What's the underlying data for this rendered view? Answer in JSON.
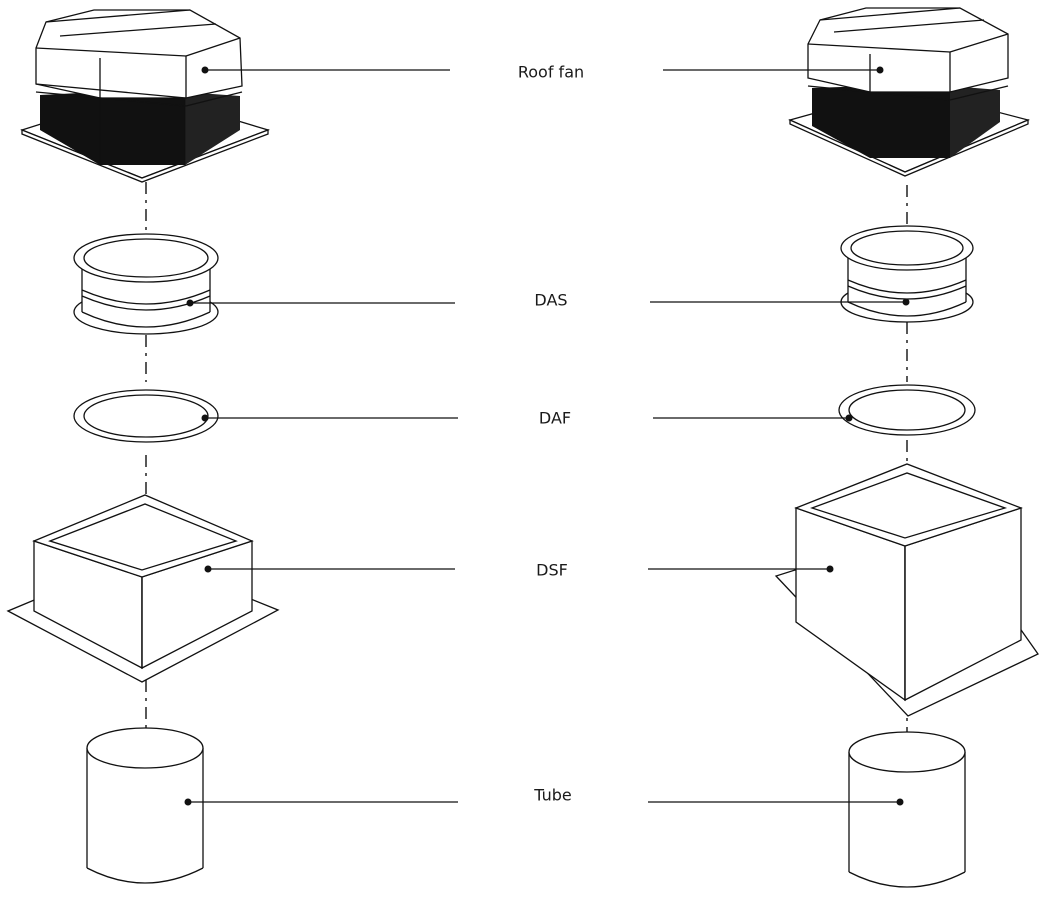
{
  "labels": {
    "roof_fan": "Roof fan",
    "das": "DAS",
    "daf": "DAF",
    "dsf": "DSF",
    "tube": "Tube"
  },
  "colors": {
    "line": "#111111",
    "background": "#ffffff",
    "text": "#1a1a1a"
  }
}
